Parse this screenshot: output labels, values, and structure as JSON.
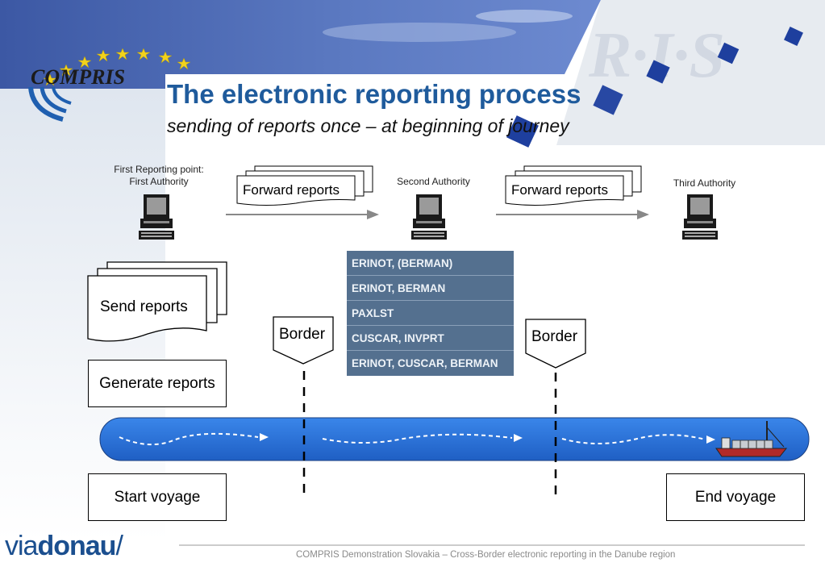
{
  "header": {
    "title": "The electronic reporting process",
    "subtitle": "sending of reports once – at beginning of journey",
    "logo_text": "COMPRIS",
    "watermark_text": "R·I·S"
  },
  "nodes": {
    "first": "First Reporting point:\nFirst Authority",
    "second": "Second Authority",
    "third": "Third Authority"
  },
  "forward": {
    "left": "Forward reports",
    "right": "Forward reports"
  },
  "actions": {
    "send": "Send reports",
    "generate": "Generate reports",
    "start": "Start voyage",
    "end": "End voyage"
  },
  "borders": {
    "left": "Border",
    "right": "Border"
  },
  "messages": [
    "ERINOT, (BERMAN)",
    "ERINOT, BERMAN",
    "PAXLST",
    "CUSCAR, INVPRT",
    "ERINOT, CUSCAR, BERMAN"
  ],
  "footer": {
    "text": "COMPRIS Demonstration Slovakia – Cross-Border electronic reporting in the Danube region",
    "logo_light": "via",
    "logo_bold": "donau",
    "logo_slash": "/"
  },
  "colors": {
    "title_blue": "#1f5b9c",
    "header_blue": "#3d5fa8",
    "river_blue": "#2a6fd6",
    "table_blue": "#54708f",
    "diamond_blue": "#1e3f9e"
  }
}
